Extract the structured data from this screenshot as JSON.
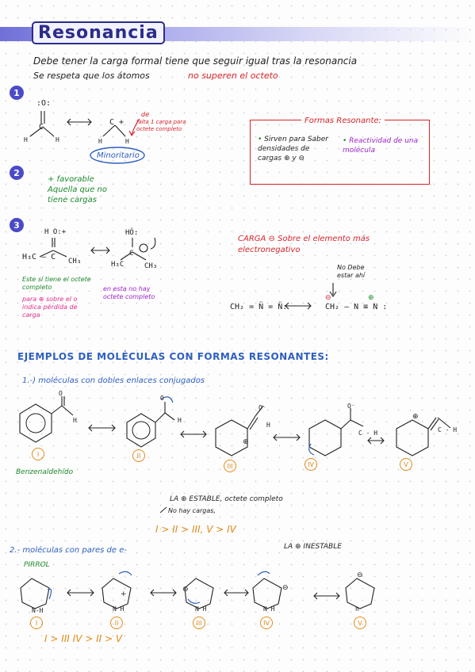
{
  "title": "Resonancia",
  "intro": {
    "line1": "Debe tener la carga formal tiene que seguir igual tras la resonancia",
    "line2_a": "Se respeta que los átomos",
    "line2_b": "no superen el octeto"
  },
  "bullets": [
    "1",
    "2",
    "3"
  ],
  "sec1": {
    "note": "falta 1 carga para octete completo",
    "note_prefix": "de",
    "minoritario": "Minoritario"
  },
  "box": {
    "title": "Formas Resonante:",
    "left": "Sirven para Saber densidades de cargas ⊕ y ⊖",
    "right": "Reactividad de una molécula"
  },
  "sec2": {
    "text": "+ favorable Aquella que no tiene cargas"
  },
  "sec3": {
    "left_note": "Este sí tiene el octete completo",
    "left_note2": "para ⊕ sobre el o indica pérdida de carga",
    "right_note": "en esta no hay octete completo",
    "carga_note": "CARGA ⊖ Sobre el elemento más electronegativo",
    "no_debe": "No Debe estar ahí"
  },
  "examples": {
    "heading": "EJEMPLOS DE MOLÉCULAS CON FORMAS RESONANTES:",
    "sub1": "1.-) moléculas con dobles enlaces conjugados",
    "benzaldehido": "Benzenaldehído",
    "roman": [
      "I",
      "II",
      "III",
      "IV",
      "V"
    ],
    "estable": "LA ⊕ ESTABLE, octete completo",
    "no_cargas": "No hay cargas,",
    "order1": "I > II > III, V > IV",
    "inestable": "LA ⊕ INESTABLE",
    "sub2": "2.- moléculas con pares de e-",
    "pirrol": "PIRROL",
    "order2": "I > III IV > II > V"
  },
  "colors": {
    "accent": "#4b4bc8",
    "red": "#d8232a",
    "green": "#1e8a2e",
    "purple": "#9b25c9",
    "orange": "#e58a1c",
    "blue": "#2e5fc0"
  }
}
